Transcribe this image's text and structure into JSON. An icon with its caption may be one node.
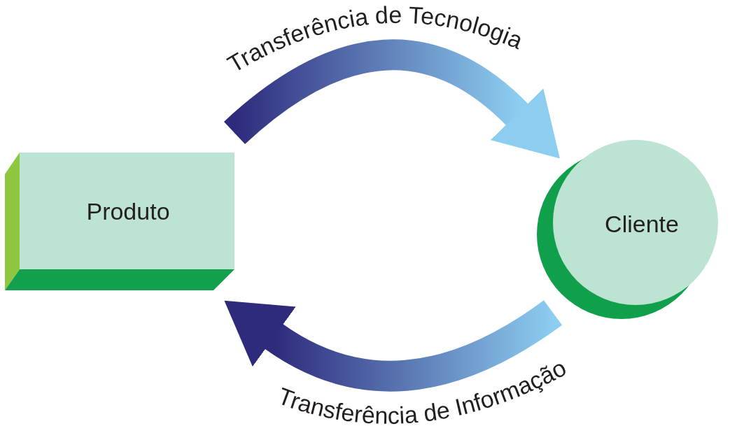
{
  "diagram": {
    "nodes": [
      {
        "text": [
          "Produto"
        ]
      },
      {
        "text": [
          "Cliente"
        ]
      }
    ],
    "edges": [
      {
        "from": 0,
        "to": 1,
        "arrow": "to",
        "label": "Transferência de Tecnologia",
        "style": "thick"
      },
      {
        "from": 1,
        "to": 0,
        "arrow": "to",
        "label": "Transferência de Informação",
        "style": "thick"
      }
    ]
  }
}
